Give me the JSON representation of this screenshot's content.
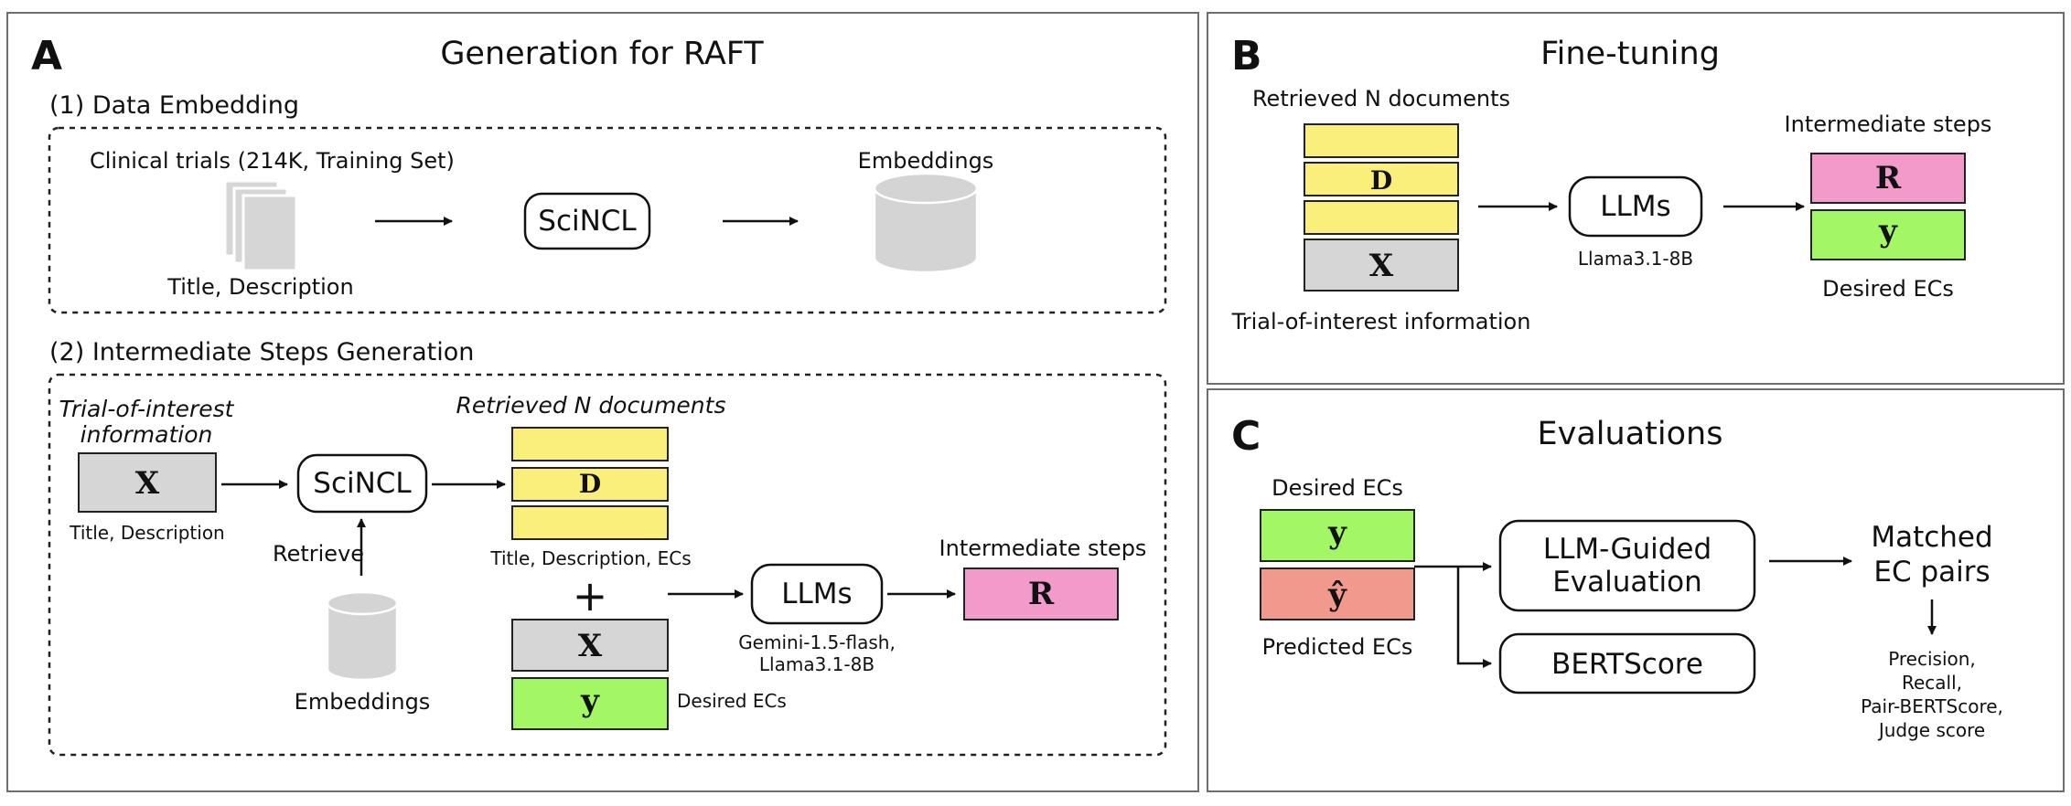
{
  "panel_a": {
    "letter": "A",
    "title": "Generation for RAFT",
    "section1": {
      "title": "(1) Data Embedding",
      "clinical_trials": "Clinical trials (214K, Training Set)",
      "docs_caption": "Title, Description",
      "model": "SciNCL",
      "embeddings": "Embeddings"
    },
    "section2": {
      "title": "(2) Intermediate Steps Generation",
      "trial_line1": "Trial-of-interest",
      "trial_line2": "information",
      "x": "X",
      "x_caption": "Title, Description",
      "model": "SciNCL",
      "retrieve": "Retrieve",
      "embeddings": "Embeddings",
      "retrieved": "Retrieved N documents",
      "d": "D",
      "retrieved_caption": "Title, Description, ECs",
      "plus": "+",
      "x2": "X",
      "y": "y",
      "desired": "Desired ECs",
      "llms": "LLMs",
      "llms_caption1": "Gemini-1.5-flash,",
      "llms_caption2": "Llama3.1-8B",
      "steps_title": "Intermediate steps",
      "r": "R"
    }
  },
  "panel_b": {
    "letter": "B",
    "title": "Fine-tuning",
    "retrieved": "Retrieved N documents",
    "d": "D",
    "x": "X",
    "trial_caption": "Trial-of-interest information",
    "llms": "LLMs",
    "llms_caption": "Llama3.1-8B",
    "steps_title": "Intermediate steps",
    "r": "R",
    "y": "y",
    "desired": "Desired ECs"
  },
  "panel_c": {
    "letter": "C",
    "title": "Evaluations",
    "desired": "Desired ECs",
    "y": "y",
    "y_hat": "ŷ",
    "predicted": "Predicted ECs",
    "llm_eval_line1": "LLM-Guided",
    "llm_eval_line2": "Evaluation",
    "bertscore": "BERTScore",
    "matched_line1": "Matched",
    "matched_line2": "EC pairs",
    "metrics": [
      "Precision,",
      "Recall,",
      "Pair-BERTScore,",
      "Judge score"
    ]
  }
}
